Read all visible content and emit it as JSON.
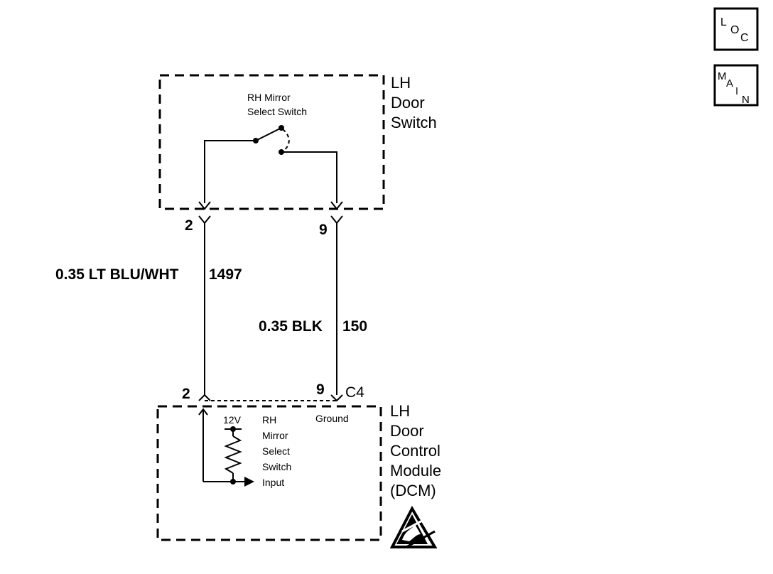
{
  "nav": {
    "loc_l": "L",
    "loc_o": "O",
    "loc_c": "C",
    "main_m": "M",
    "main_a": "A",
    "main_i": "I",
    "main_n": "N"
  },
  "switch_block": {
    "title_1": "LH",
    "title_2": "Door",
    "title_3": "Switch",
    "switch_label_1": "RH Mirror",
    "switch_label_2": "Select Switch"
  },
  "wires": {
    "left_pin_top": "2",
    "right_pin_top": "9",
    "left_wire_label": "0.35 LT BLU/WHT",
    "left_wire_circuit": "1497",
    "right_wire_label": "0.35 BLK",
    "right_wire_circuit": "150"
  },
  "module_block": {
    "left_pin": "2",
    "right_pin": "9",
    "connector": "C4",
    "ground_label": "Ground",
    "voltage": "12V",
    "input_label_1": "RH",
    "input_label_2": "Mirror",
    "input_label_3": "Select",
    "input_label_4": "Switch",
    "input_label_5": "Input",
    "title_1": "LH",
    "title_2": "Door",
    "title_3": "Control",
    "title_4": "Module",
    "title_5": "(DCM)"
  }
}
